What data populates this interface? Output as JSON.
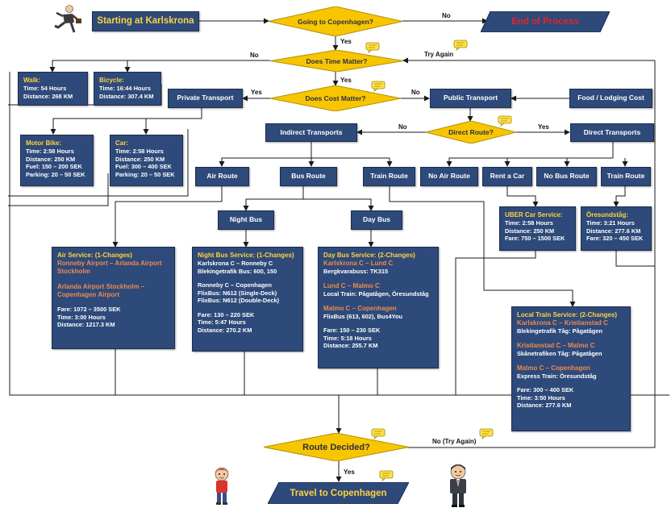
{
  "start": "Starting at Karlskrona",
  "end_process": "End of Process",
  "travel": "Travel to Copenhagen",
  "decisions": {
    "copenhagen": "Going to Copenhagen?",
    "time": "Does Time Matter?",
    "cost": "Does Cost Matter?",
    "direct": "Direct Route?",
    "decided": "Route Decided?"
  },
  "edges": {
    "no1": "No",
    "yes1": "Yes",
    "no2": "No",
    "try_again": "Try Again",
    "yes2": "Yes",
    "yes3": "Yes",
    "no3": "No",
    "no4": "No",
    "yes4": "Yes",
    "no_try": "No (Try Again)",
    "yes5": "Yes"
  },
  "walk": {
    "title": "Walk:",
    "time": "Time: 54 Hours",
    "distance": "Distance: 268 KM"
  },
  "bicycle": {
    "title": "Bicycle:",
    "time": "Time: 16:44 Hours",
    "distance": "Distance: 307.4 KM"
  },
  "private_transport": "Private Transport",
  "public_transport": "Public Transport",
  "food_lodging": "Food / Lodging Cost",
  "indirect": "Indirect Transports",
  "direct": "Direct Transports",
  "motorbike": {
    "title": "Motor Bike:",
    "time": "Time: 2:58 Hours",
    "distance": "Distance: 250 KM",
    "fuel": "Fuel: 150 – 200 SEK",
    "parking": "Parking: 20 – 50 SEK"
  },
  "car": {
    "title": "Car:",
    "time": "Time: 2:58 Hours",
    "distance": "Distance: 250 KM",
    "fuel": "Fuel: 300 – 400 SEK",
    "parking": "Parking: 20 – 50 SEK"
  },
  "air_route": "Air Route",
  "bus_route": "Bus Route",
  "train_route": "Train Route",
  "no_air_route": "No Air Route",
  "rent_car": "Rent a Car",
  "no_bus_route": "No Bus Route",
  "train_route2": "Train Route",
  "night_bus": "Night Bus",
  "day_bus": "Day Bus",
  "uber": {
    "title": "UBER Car Service:",
    "time": "Time: 2:58 Hours",
    "distance": "Distance: 250 KM",
    "fare": "Fare: 750 – 1500 SEK"
  },
  "oresund": {
    "title": "Öresundståg:",
    "time": "Time: 3:21 Hours",
    "distance": "Distance: 277.6 KM",
    "fare": "Fare: 320 – 450 SEK"
  },
  "air_service": {
    "title": "Air Service: (1-Changes)",
    "leg1": "Ronneby Airport – Arlanda Airport Stockholm",
    "leg2": "Arlanda Airport Stockholm – Copenhagen Airport",
    "fare": "Fare: 1072 – 3500 SEK",
    "time": "Time: 3:00 Hours",
    "distance": "Distance: 1217.3 KM"
  },
  "night_service": {
    "title": "Night Bus Service: (1-Changes)",
    "leg1": "Karlskrona C – Ronneby C",
    "leg1_detail": "Blekingetrafik Bus: 600, 150",
    "leg2": "Ronneby C – Copenhagen",
    "leg2_detail1": "FlixBus: N612 (Single-Deck)",
    "leg2_detail2": "FlixBus: N612 (Double-Deck)",
    "fare": "Fare: 130 – 220 SEK",
    "time": "Time: 5:47 Hours",
    "distance": "Distance: 270.2 KM"
  },
  "day_service": {
    "title": "Day Bus Service: (2-Changes)",
    "leg1": "Karlskrona C – Lund C",
    "leg1_detail": "Bergkvarabuss: TK315",
    "leg2": "Lund C – Malmo C",
    "leg2_detail": "Local Train: Pågatågen, Öresundståg",
    "leg3": "Malmo C – Copenhagen",
    "leg3_detail": "FlixBus (613, 602), Bus4You",
    "fare": "Fare: 150 – 230 SEK",
    "time": "Time: 5:18 Hours",
    "distance": "Distance: 255.7 KM"
  },
  "local_train": {
    "title": "Local Train Service: (2-Changes)",
    "leg1": "Karlskrona C – Kristianstad C",
    "leg1_detail": "Blekingetrafik Tåg: Pågatågen",
    "leg2": "Kristianstad C – Malmo C",
    "leg2_detail": "Skånetrafiken Tåg: Pågatågen",
    "leg3": "Malmo C – Copenhagen",
    "leg3_detail": "Express Train: Öresundståg",
    "fare": "Fare: 300 – 400 SEK",
    "time": "Time: 3:50 Hours",
    "distance": "Distance: 277.6 KM"
  },
  "colors": {
    "box": "#2e4a7a",
    "diamond": "#f7c600",
    "title": "#ffd23f",
    "route": "#ef8a4e",
    "end_text": "#e0252b",
    "line": "#1a1a1a"
  },
  "icons": [
    "running-man-icon",
    "speech-bubble-icon",
    "boy-figure-icon",
    "businessman-figure-icon"
  ]
}
